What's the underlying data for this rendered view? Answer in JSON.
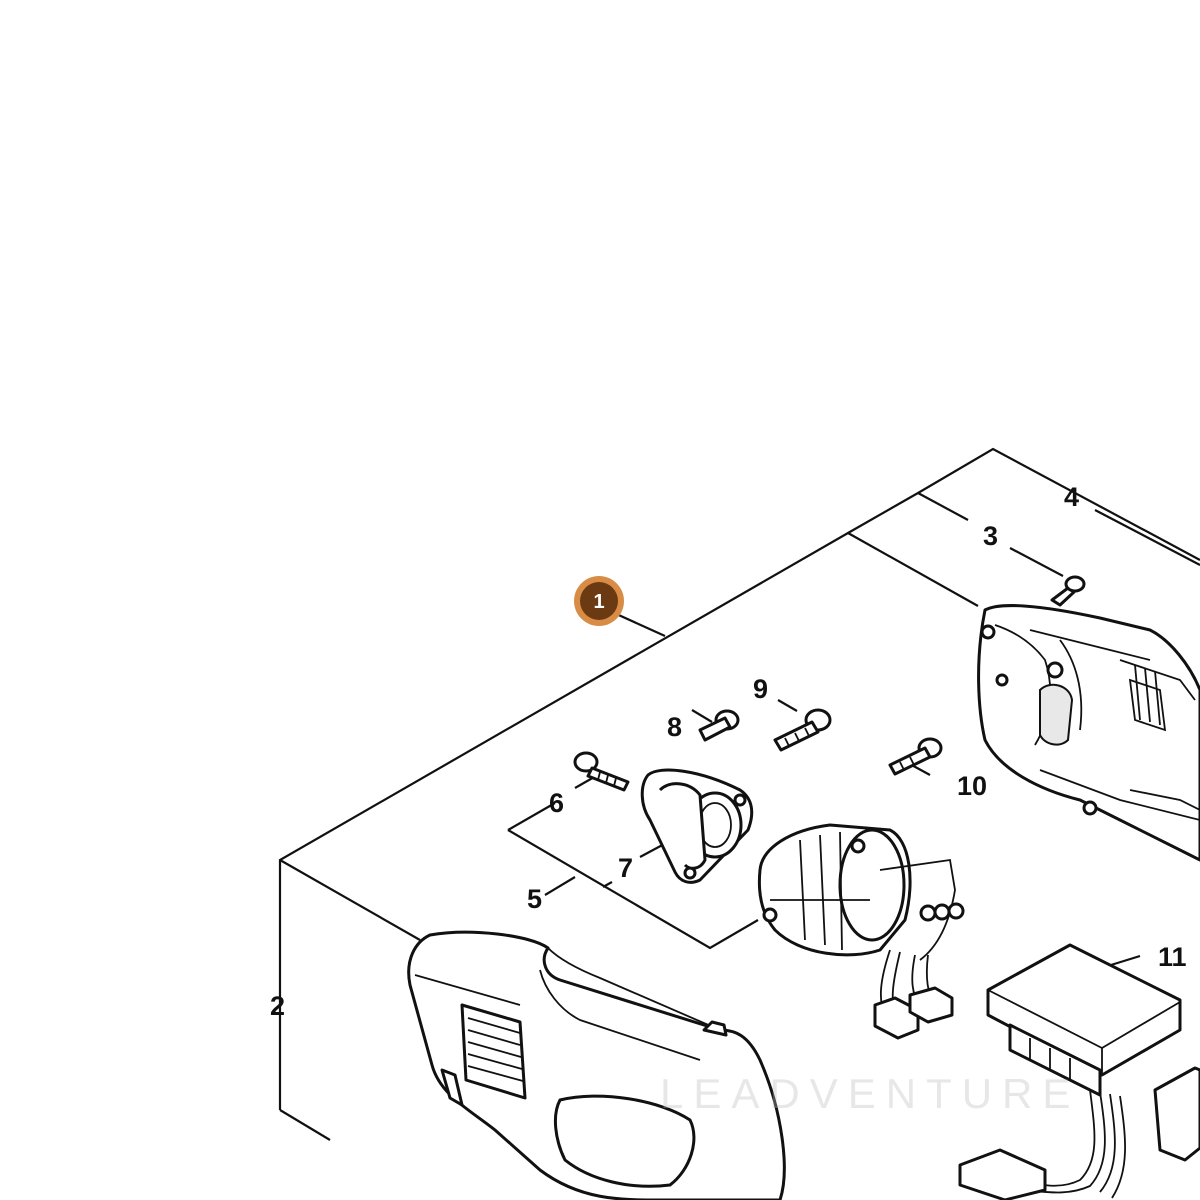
{
  "callouts": {
    "c1": "1",
    "c2": "2",
    "c3": "3",
    "c4": "4",
    "c5": "5",
    "c6": "6",
    "c7": "7",
    "c8": "8",
    "c9": "9",
    "c10": "10",
    "c11": "11"
  },
  "watermark": "LEADVENTURE",
  "colors": {
    "badge_fill": "#6b3a12",
    "badge_ring": "#d98c45",
    "line": "#111111"
  }
}
